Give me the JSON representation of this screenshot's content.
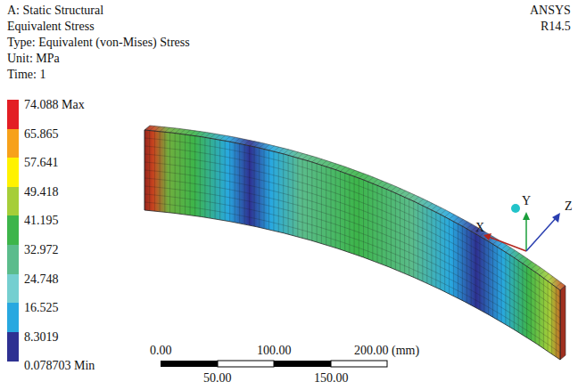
{
  "diagram": {
    "labels": [
      "A: Static Structural",
      "Equivalent Stress",
      "Type: Equivalent (von-Mises) Stress",
      "Unit: MPa",
      "Time: 1",
      "ANSYS",
      "R14.5",
      "0.078703 Min",
      "X",
      "Y",
      "Z",
      "0.00",
      "100.00",
      "200.00 (mm)",
      "50.00",
      "150.00"
    ],
    "legend": [
      {
        "text": "74.088 Max",
        "color": "#e31e24"
      },
      {
        "text": "65.865",
        "color": "#f7a11a"
      },
      {
        "text": "57.641",
        "color": "#fff200"
      },
      {
        "text": "49.418",
        "color": "#a6ce39"
      },
      {
        "text": "41.195",
        "color": "#3db54a"
      },
      {
        "text": "32.972",
        "color": "#5bbc8c"
      },
      {
        "text": "24.748",
        "color": "#75cfd0"
      },
      {
        "text": "16.525",
        "color": "#28a8e0"
      },
      {
        "text": "8.3019",
        "color": "#2e3192"
      }
    ]
  }
}
